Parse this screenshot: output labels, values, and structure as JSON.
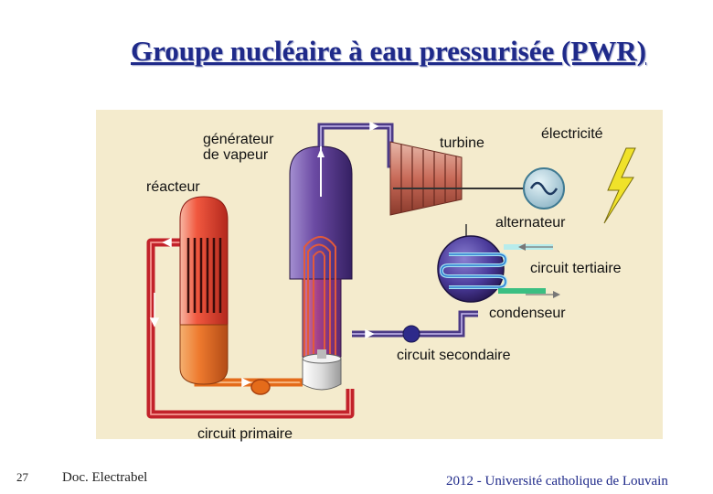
{
  "title": "Groupe nucléaire à eau pressurisée (PWR)",
  "labels": {
    "generateur_l1": "générateur",
    "generateur_l2": "de vapeur",
    "turbine": "turbine",
    "electricite": "électricité",
    "reacteur": "réacteur",
    "alternateur": "alternateur",
    "circuit_tertiaire": "circuit tertiaire",
    "condenseur": "condenseur",
    "circuit_secondaire": "circuit secondaire",
    "circuit_primaire": "circuit primaire"
  },
  "footer": {
    "slide_number": "27",
    "source": "Doc. Electrabel",
    "credit": "2012 - Université catholique de Louvain"
  },
  "colors": {
    "panel": "#f4ebcd",
    "primary_pipe": "#c2222a",
    "secondary_pipe": "#4b3a86",
    "reactor": "#e7442e",
    "steam_generator": "#5a3a8a",
    "title": "#1f2a8a"
  }
}
